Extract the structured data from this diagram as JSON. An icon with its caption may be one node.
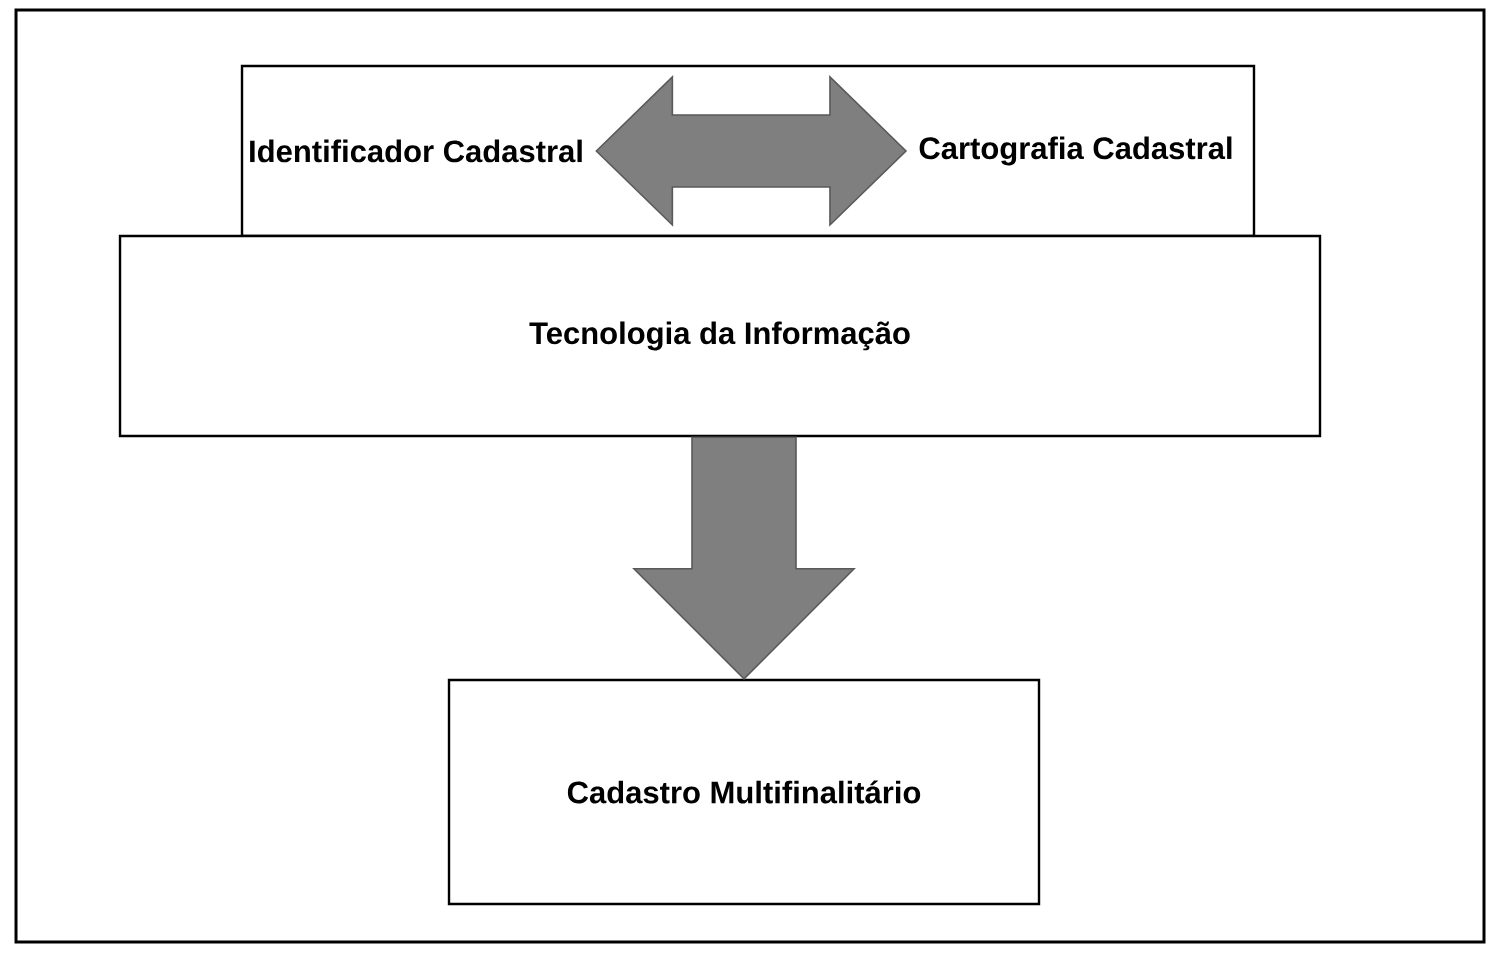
{
  "diagram": {
    "nodes": [
      {
        "text": [],
        "shape": "box"
      },
      {
        "text": [
          "Identificador Cadastral"
        ],
        "in": 0
      },
      {
        "text": [
          "Cartografia Cadastral"
        ],
        "in": 0
      },
      {
        "text": [
          "Tecnologia da Informação"
        ]
      },
      {
        "text": [
          "Cadastro Multifinalitário"
        ]
      }
    ],
    "edges": [
      {
        "from": 1,
        "to": 2,
        "arrow": "both"
      },
      {
        "from": 3,
        "to": 4,
        "arrow": "to"
      }
    ]
  }
}
